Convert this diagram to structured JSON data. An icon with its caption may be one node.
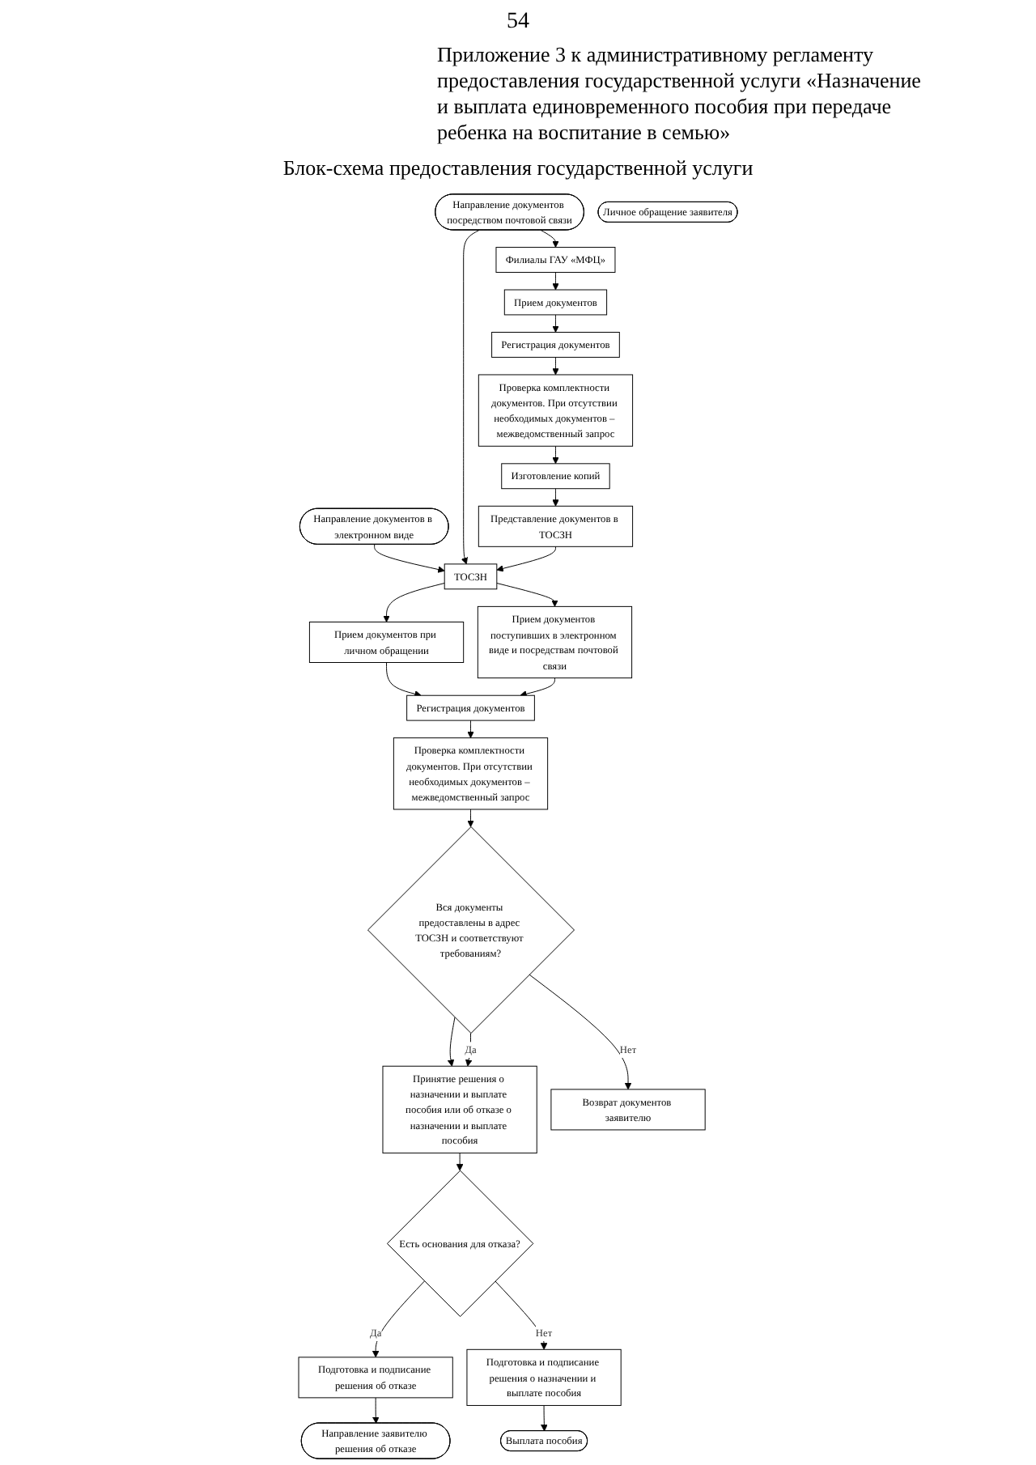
{
  "diagram": {
    "title": "Блок-схема предоставления государственной услуги",
    "nodes": [
      {
        "text": [
          "Направление документов в электронном виде"
        ]
      },
      {
        "text": [
          "Направление документов посредством почтовой связи"
        ]
      },
      {
        "text": [
          "Личное обращение заявителя"
        ]
      },
      {
        "text": [
          "ТОСЗН"
        ]
      },
      {
        "text": [
          "Филиалы ГАУ «МФЦ»"
        ]
      },
      {
        "text": [
          "Прием документов при личном обращении"
        ]
      },
      {
        "text": [
          "Прием документов поступивших в электронном виде и посредствам почтовой связи"
        ]
      },
      {
        "text": [
          "Прием документов"
        ]
      },
      {
        "text": [
          "Регистрация документов"
        ]
      },
      {
        "text": [
          "Регистрация документов"
        ]
      },
      {
        "text": [
          "Проверка комплектности документов. При отсутствии необходимых документов – межведомственный запрос"
        ]
      },
      {
        "text": [
          "Проверка комплектности документов. При отсутствии необходимых документов – межведомственный запрос"
        ]
      },
      {
        "text": [
          "Вся документы предоставлены в адрес ТОСЗН и соответствуют требованиям?"
        ]
      },
      {
        "text": [
          "Изготовление копий"
        ]
      },
      {
        "text": [
          "Представление документов в ТОСЗН"
        ]
      },
      {
        "text": [
          "Принятие решения о назначении и выплате пособия или об отказе о назначении и выплате пособия"
        ]
      },
      {
        "text": [
          "Возврат документов заявителю"
        ]
      },
      {
        "text": [
          "Есть основания для отказа?"
        ]
      },
      {
        "text": [
          "Подготовка и подписание решения об отказе"
        ]
      },
      {
        "text": [
          "Подготовка и подписание решения о назначении и выплате пособия"
        ]
      },
      {
        "text": [
          "Направление заявителю решения об отказе"
        ]
      },
      {
        "text": [
          "Выплата пособия"
        ]
      }
    ],
    "edges": [
      {
        "from": 0,
        "to": 3,
        "arrow": "to"
      },
      {
        "from": 1,
        "to": 3,
        "arrow": "to"
      },
      {
        "from": 1,
        "to": 4,
        "arrow": "to"
      },
      {
        "from": 3,
        "to": 5,
        "arrow": "to"
      },
      {
        "from": 3,
        "to": 6,
        "arrow": "to"
      },
      {
        "from": 4,
        "to": 7,
        "arrow": "to"
      },
      {
        "from": 5,
        "to": 8,
        "arrow": "to"
      },
      {
        "from": 6,
        "to": 8,
        "arrow": "to"
      },
      {
        "from": 7,
        "to": 9,
        "arrow": "to"
      },
      {
        "from": 8,
        "to": 10,
        "arrow": "to"
      },
      {
        "from": 9,
        "to": 11,
        "arrow": "to"
      },
      {
        "from": 10,
        "to": 12,
        "arrow": "to"
      },
      {
        "from": 11,
        "to": 13,
        "arrow": "to"
      },
      {
        "from": 13,
        "to": 14,
        "arrow": "to"
      },
      {
        "from": 14,
        "to": 3,
        "arrow": "to"
      },
      {
        "from": 12,
        "to": 16,
        "label": "Нет",
        "arrow": "to"
      },
      {
        "from": 12,
        "to": 15,
        "arrow": "to"
      },
      {
        "from": 12,
        "to": 15,
        "label": "Да",
        "arrow": "to"
      },
      {
        "from": 15,
        "to": 17,
        "arrow": "to"
      },
      {
        "from": 17,
        "to": 18,
        "label": "Да",
        "arrow": "to"
      },
      {
        "from": 17,
        "to": 19,
        "label": "Нет",
        "arrow": "to"
      },
      {
        "from": 18,
        "to": 20,
        "arrow": "to"
      },
      {
        "from": 19,
        "to": 21,
        "arrow": "to"
      }
    ],
    "labels": [
      "54",
      "Приложение 3 к административному регламенту предоставления государственной услуги «Назначение и выплата единовременного пособия при передаче ребенка на воспитание в семью»"
    ]
  }
}
